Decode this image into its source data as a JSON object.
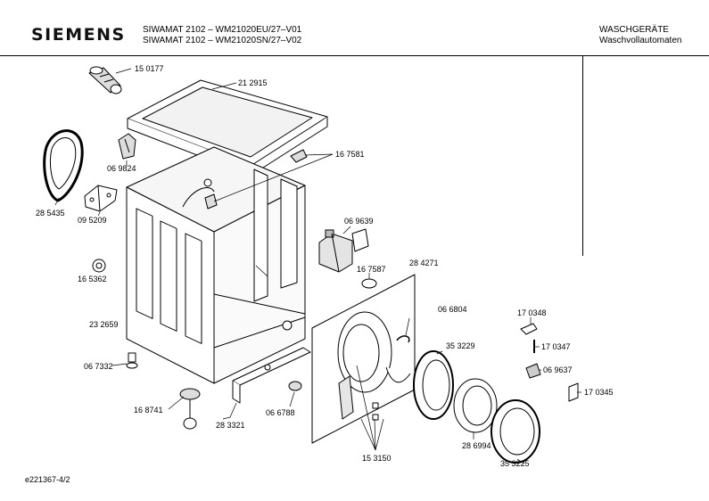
{
  "header": {
    "brand": "SIEMENS",
    "model_line_1": "SIWAMAT 2102 – WM21020EU/27–V01",
    "model_line_2": "SIWAMAT 2102 – WM21020SN/27–V02",
    "category_1": "WASCHGERÄTE",
    "category_2": "Waschvollautomaten"
  },
  "parts": {
    "p150177": "15 0177",
    "p212915": "21 2915",
    "p285435": "28 5435",
    "p069824": "06 9824",
    "p095209": "09 5209",
    "p167581": "16 7581",
    "p069639": "06 9639",
    "p165362": "16 5362",
    "p167587": "16 7587",
    "p284271": "28 4271",
    "p232659": "23 2659",
    "p066804": "06 6804",
    "p170348": "17 0348",
    "p353229": "35 3229",
    "p170347": "17 0347",
    "p067332": "06 7332",
    "p069637": "06 9637",
    "p170345": "17 0345",
    "p168741": "16 8741",
    "p283321": "28 3321",
    "p066788": "06 6788",
    "p286994": "28 6994",
    "p153150": "15 3150",
    "p353225": "35 3225"
  },
  "footer": {
    "drawing_id": "e221367-4/2"
  }
}
